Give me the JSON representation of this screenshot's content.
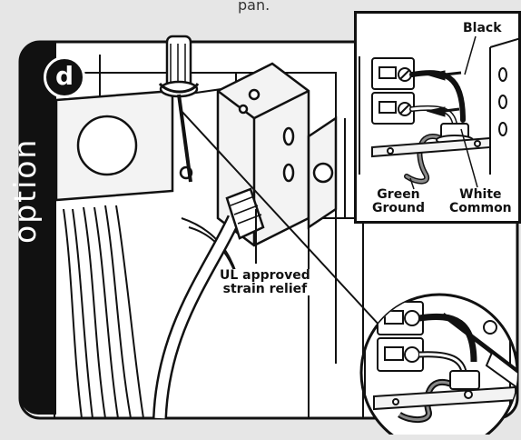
{
  "page": {
    "top_caption": "pan.",
    "option_word": "option",
    "option_letter": "d"
  },
  "labels": {
    "black": "Black",
    "green_line1": "Green",
    "green_line2": "Ground",
    "white_line1": "White",
    "white_line2": "Common",
    "strain_line1": "UL approved",
    "strain_line2": "strain relief"
  },
  "colors": {
    "ink": "#111111",
    "background": "#e6e6e6",
    "paper": "#ffffff",
    "metal_light": "#f3f3f3",
    "wire_gray": "#8a8a8a"
  }
}
